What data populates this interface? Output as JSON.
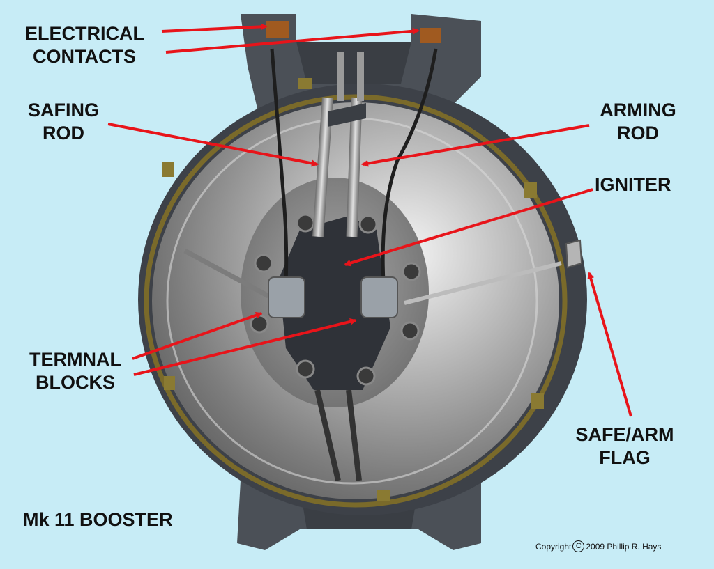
{
  "labels": {
    "electrical_contacts": [
      "ELECTRICAL",
      "CONTACTS"
    ],
    "safing_rod": [
      "SAFING",
      "ROD"
    ],
    "arming_rod": [
      "ARMING",
      "ROD"
    ],
    "igniter": "IGNITER",
    "terminal_blocks": [
      "TERMNAL",
      "BLOCKS"
    ],
    "safe_arm_flag": [
      "SAFE/ARM",
      "FLAG"
    ],
    "title": "Mk 11 BOOSTER"
  },
  "copyright": {
    "prefix": "Copyright",
    "symbol": "C",
    "suffix": "2009 Phillip R. Hays"
  },
  "colors": {
    "background": "#c7ecf6",
    "arrow": "#e8141a",
    "brass_ring": "#7a6a2a",
    "steel": "#9a9a9a",
    "housing": "#4b5057"
  }
}
